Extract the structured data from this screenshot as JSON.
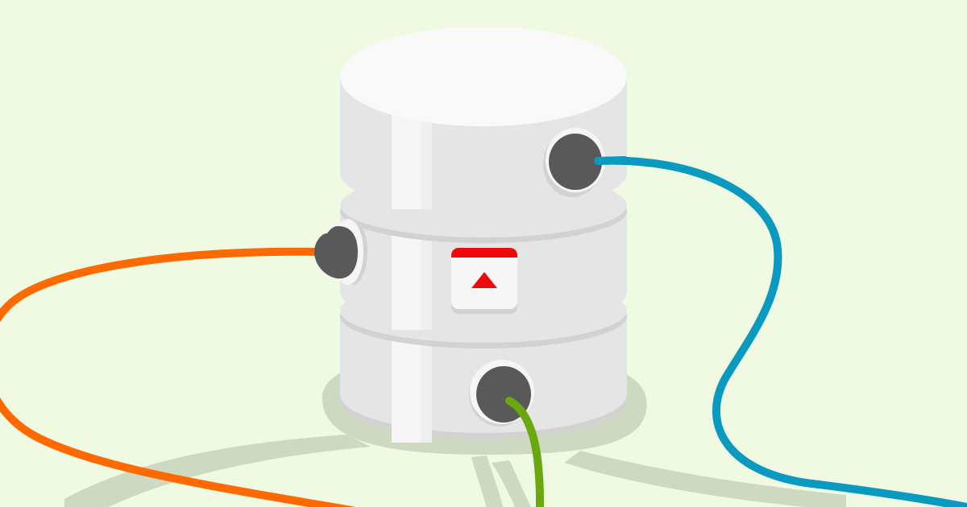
{
  "colors": {
    "background": "#f0fae3",
    "shadow": "#cdd9c0",
    "cylinder_light": "#efefef",
    "cylinder_mid": "#e5e5e5",
    "cylinder_dark": "#d2d2d2",
    "cylinder_highlight": "#f6f6f6",
    "top_face": "#f9f9f9",
    "port_ring": "#f5f5f5",
    "port_hole": "#595959",
    "cable_orange": "#ff6a00",
    "cable_blue": "#0a99bf",
    "cable_green": "#6aa80f",
    "badge_red": "#ee0a0a",
    "badge_white": "#f7f7f7"
  },
  "scene": {
    "subject": "database-cylinder-icon",
    "badge": "upload-arrow-icon",
    "cables": [
      "orange-cable",
      "blue-cable",
      "green-cable"
    ]
  }
}
